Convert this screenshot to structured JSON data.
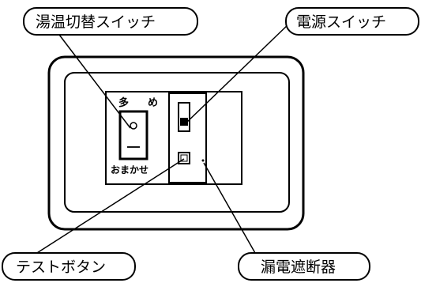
{
  "callouts": {
    "temp_switch": "湯温切替スイッチ",
    "power_switch": "電源スイッチ",
    "test_button": "テストボタン",
    "breaker": "漏電遮断器"
  },
  "panel": {
    "top_label_left": "多",
    "top_label_right": "め",
    "bottom_label": "おまかせ"
  },
  "colors": {
    "ink": "#000000",
    "background": "#ffffff"
  }
}
